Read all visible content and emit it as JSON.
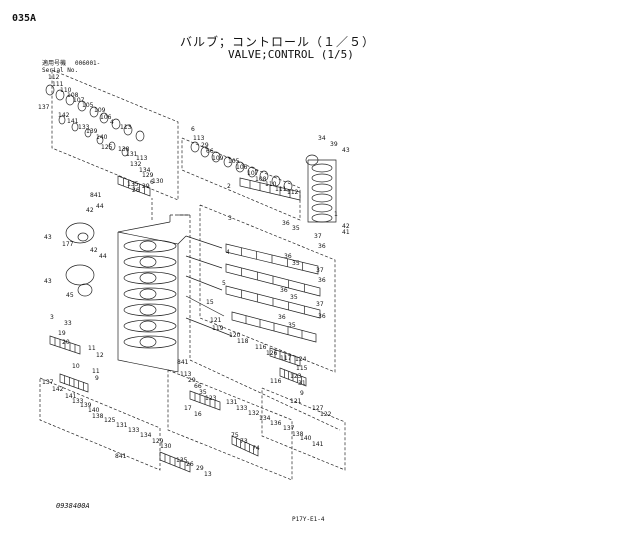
{
  "header": {
    "page_code": "035A",
    "title_jp": "バルブ；コントロール（１／５）",
    "title_en": "VALVE;CONTROL (1/5)",
    "serial_label_jp": "適用号機",
    "serial_value": "006001-",
    "serial_label_en": "Serial No."
  },
  "footer": {
    "drawing_number": "0938400A",
    "page_reference": "P17Y-E1-4"
  },
  "callouts": [
    "112",
    "111",
    "110",
    "108",
    "107",
    "105",
    "109",
    "106",
    "4",
    "113",
    "137",
    "142",
    "141",
    "133",
    "139",
    "140",
    "125",
    "138",
    "131",
    "113",
    "132",
    "134",
    "129",
    "130",
    "135",
    "26",
    "29",
    "6",
    "841",
    "6",
    "113",
    "29",
    "66",
    "109",
    "105",
    "106",
    "107",
    "108",
    "110",
    "111",
    "112",
    "2",
    "34",
    "39",
    "43",
    "1",
    "42",
    "41",
    "42",
    "44",
    "43",
    "177",
    "42",
    "44",
    "43",
    "45",
    "3",
    "33",
    "3",
    "36",
    "35",
    "37",
    "36",
    "4",
    "36",
    "35",
    "37",
    "36",
    "5",
    "36",
    "35",
    "37",
    "36",
    "15",
    "121",
    "119",
    "120",
    "118",
    "116",
    "126",
    "117",
    "36",
    "35",
    "124",
    "115",
    "123",
    "31",
    "9",
    "19",
    "20",
    "11",
    "12",
    "10",
    "11",
    "9",
    "841",
    "113",
    "29",
    "66",
    "35",
    "123",
    "131",
    "133",
    "132",
    "134",
    "136",
    "137",
    "138",
    "140",
    "141",
    "137",
    "142",
    "141",
    "133",
    "139",
    "140",
    "138",
    "125",
    "131",
    "133",
    "134",
    "129",
    "130",
    "17",
    "16",
    "75",
    "73",
    "74",
    "116",
    "121",
    "127",
    "122",
    "841",
    "135",
    "26",
    "29",
    "13"
  ]
}
